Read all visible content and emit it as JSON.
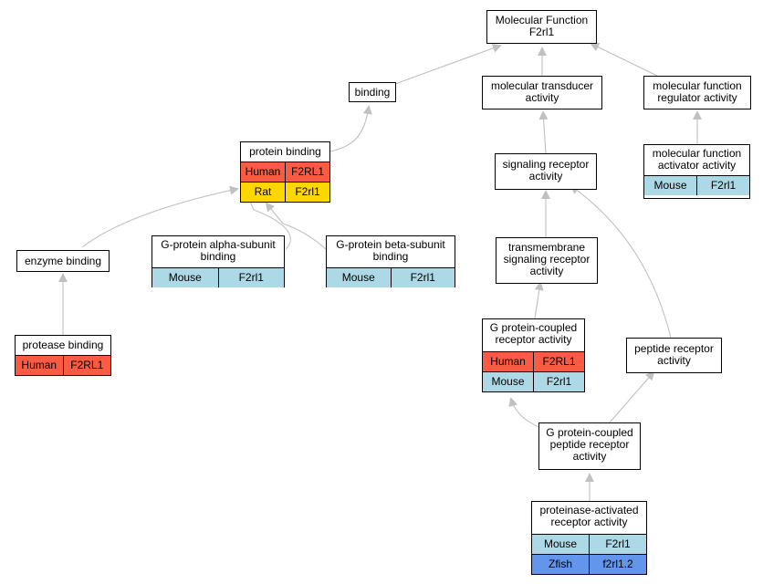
{
  "colors": {
    "human": "#fa5b42",
    "rat": "#ffd700",
    "mouse": "#add8e6",
    "zfish": "#6495ed",
    "edge": "#c0c0c0"
  },
  "nodes": {
    "molecular_function": {
      "title": "Molecular Function\nF2rl1"
    },
    "binding": {
      "title": "binding"
    },
    "molecular_transducer": {
      "title": "molecular transducer\nactivity"
    },
    "mf_regulator": {
      "title": "molecular function\nregulator activity"
    },
    "protein_binding": {
      "title": "protein binding",
      "rows": [
        {
          "species": "Human",
          "gene": "F2RL1"
        },
        {
          "species": "Rat",
          "gene": "F2rl1"
        }
      ]
    },
    "signaling_receptor": {
      "title": "signaling receptor\nactivity"
    },
    "mf_activator": {
      "title": "molecular function\nactivator activity",
      "rows": [
        {
          "species": "Mouse",
          "gene": "F2rl1"
        }
      ]
    },
    "enzyme_binding": {
      "title": "enzyme binding"
    },
    "g_alpha": {
      "title": "G-protein alpha-subunit\nbinding",
      "rows": [
        {
          "species": "Mouse",
          "gene": "F2rl1"
        }
      ]
    },
    "g_beta": {
      "title": "G-protein beta-subunit\nbinding",
      "rows": [
        {
          "species": "Mouse",
          "gene": "F2rl1"
        }
      ]
    },
    "transmembrane": {
      "title": "transmembrane\nsignaling receptor\nactivity"
    },
    "protease_binding": {
      "title": "protease binding",
      "rows": [
        {
          "species": "Human",
          "gene": "F2RL1"
        }
      ]
    },
    "gpcr": {
      "title": "G protein-coupled\nreceptor activity",
      "rows": [
        {
          "species": "Human",
          "gene": "F2RL1"
        },
        {
          "species": "Mouse",
          "gene": "F2rl1"
        }
      ]
    },
    "peptide_receptor": {
      "title": "peptide receptor\nactivity"
    },
    "gpc_peptide": {
      "title": "G protein-coupled\npeptide receptor\nactivity"
    },
    "par": {
      "title": "proteinase-activated\nreceptor activity",
      "rows": [
        {
          "species": "Mouse",
          "gene": "F2rl1"
        },
        {
          "species": "Zfish",
          "gene": "f2rl1.2"
        }
      ]
    }
  }
}
